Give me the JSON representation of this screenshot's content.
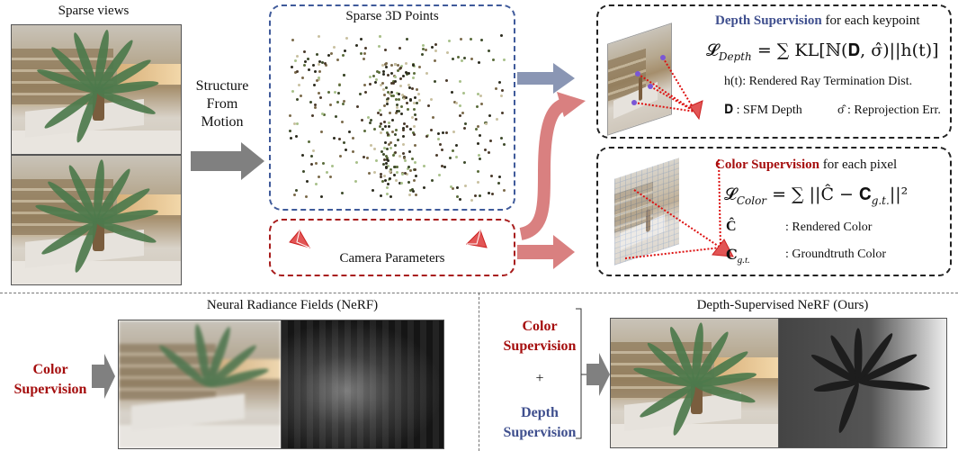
{
  "figure": {
    "sparse_views": {
      "title": "Sparse views"
    },
    "sfm_arrow": {
      "label_lines": [
        "Structure",
        "From",
        "Motion"
      ]
    },
    "sparse_points": {
      "title": "Sparse 3D Points"
    },
    "camera_params": {
      "title": "Camera Parameters"
    },
    "depth_supervision": {
      "title_bold": "Depth Supervision",
      "title_rest": " for each keypoint",
      "equation_lhs": "𝓛",
      "equation_sub": "Depth",
      "equation_rhs": " = ∑ KL[ℕ(𝐃, σ̂)||h(t)]",
      "legend_h": "h(t): Rendered Ray Termination Dist.",
      "legend_d": "𝐃 : SFM Depth",
      "legend_sigma": "σ̂ : Reprojection Err."
    },
    "color_supervision": {
      "title_bold": "Color Supervision",
      "title_rest": " for each pixel",
      "equation_lhs": "𝓛",
      "equation_sub": "Color",
      "equation_rhs": " = ∑ ||Ĉ − 𝐂",
      "equation_sub2": "g.t.",
      "equation_tail": "||²",
      "legend_c_sym": "Ĉ",
      "legend_c_text": ": Rendered Color",
      "legend_cgt_sym": "𝐂",
      "legend_cgt_sub": "g.t.",
      "legend_cgt_text": ": Groundtruth Color"
    },
    "nerf": {
      "title": "Neural Radiance Fields (NeRF)",
      "input_label_lines": [
        "Color",
        "Supervision"
      ]
    },
    "dsnerf": {
      "title": "Depth-Supervised NeRF (Ours)",
      "color_label_lines": [
        "Color",
        "Supervision"
      ],
      "plus": "+",
      "depth_label_lines": [
        "Depth",
        "Supervision"
      ]
    },
    "colors": {
      "red_accent": "#a50e0e",
      "blue_accent": "#3f4f8e",
      "blue_arrow": "#8a96b4",
      "red_arrow": "#d98080",
      "gray_arrow": "#808080",
      "blue_box": "#3f5a9a",
      "red_box": "#a81c1c"
    }
  }
}
